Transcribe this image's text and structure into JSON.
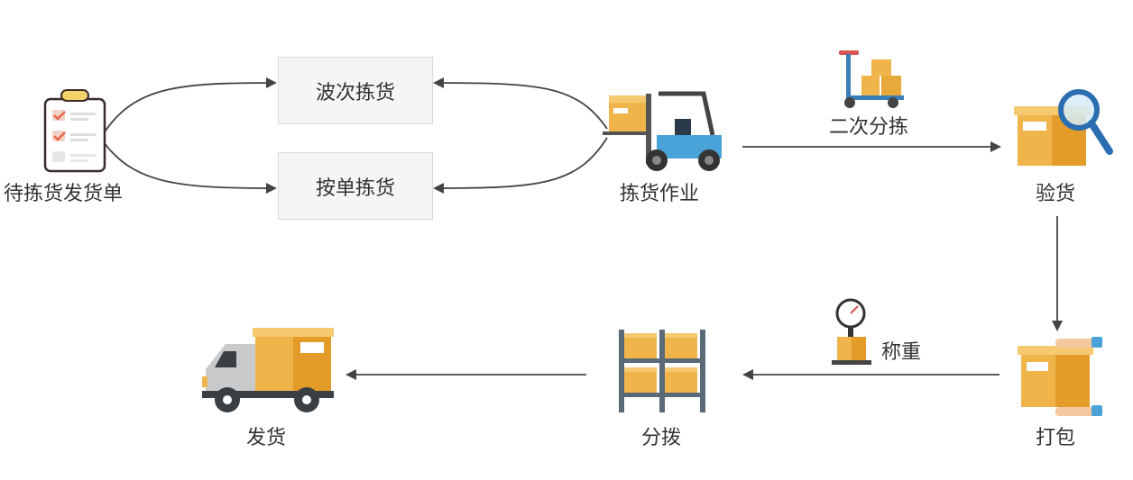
{
  "nodes": {
    "order_sheet": "待拣货发货单",
    "wave_pick": "波次拣货",
    "order_pick": "按单拣货",
    "picking": "拣货作业",
    "second_sort": "二次分拣",
    "inspect": "验货",
    "pack": "打包",
    "weigh": "称重",
    "distribute": "分拨",
    "ship": "发货"
  },
  "colors": {
    "box_orange": "#f0b54a",
    "box_dark": "#e39c2a",
    "forklift_blue": "#4aa3d8",
    "magnifier_blue": "#2a6db0",
    "check_red": "#e8664a",
    "line": "#444444"
  },
  "icons": [
    "clipboard-icon",
    "forklift-icon",
    "hand-truck-icon",
    "magnifier-box-icon",
    "package-icon",
    "scale-icon",
    "shelf-icon",
    "truck-icon"
  ]
}
